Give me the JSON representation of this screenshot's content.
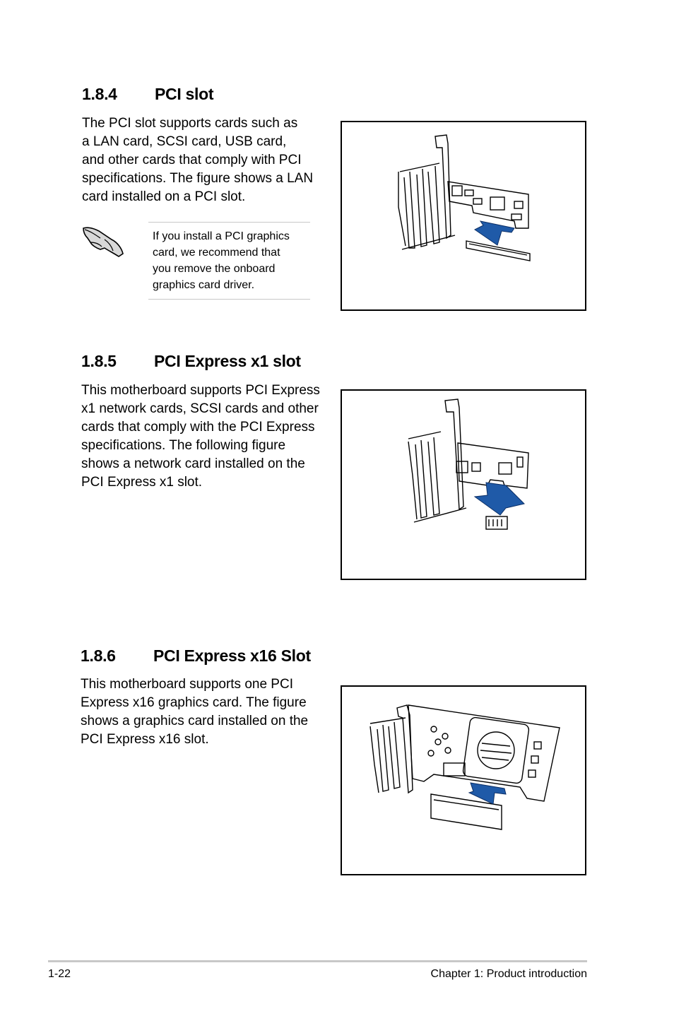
{
  "sections": [
    {
      "number": "1.8.4",
      "title": "PCI slot",
      "lines": [
        "The PCI slot supports cards such as",
        "a LAN card, SCSI card, USB card,",
        "and other cards that comply with PCI",
        "specifications. The figure shows a LAN",
        "card installed on a PCI slot."
      ],
      "note_lines": [
        "If you install a PCI graphics",
        "card, we recommend that",
        "you remove the onboard",
        "graphics card driver."
      ]
    },
    {
      "number": "1.8.5",
      "title": "PCI Express x1 slot",
      "lines": [
        "This motherboard supports PCI Express",
        "x1 network cards, SCSI cards and other",
        "cards that comply with the PCI Express",
        "specifications. The following figure",
        "shows a network card installed on the",
        "PCI Express x1 slot."
      ]
    },
    {
      "number": "1.8.6",
      "title": "PCI Express x16 Slot",
      "lines": [
        "This motherboard supports one PCI",
        "Express x16 graphics card. The figure",
        "shows a graphics card installed on the",
        "PCI Express x16 slot."
      ]
    }
  ],
  "footer": {
    "page_number": "1-22",
    "chapter": "Chapter 1: Product introduction"
  },
  "colors": {
    "arrow": "#1f5aa8",
    "rule": "#c8c8c8"
  },
  "icons": [
    "note-hand-icon"
  ]
}
